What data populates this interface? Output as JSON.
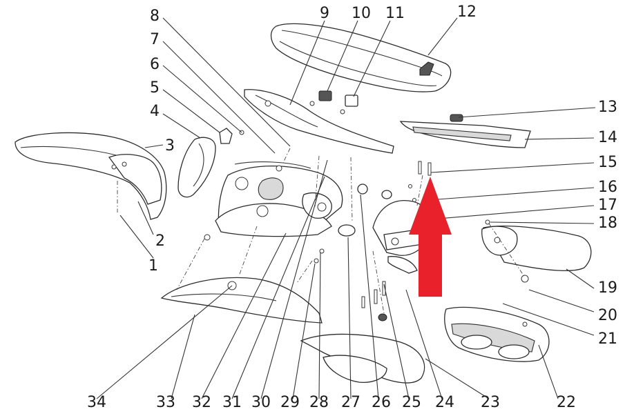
{
  "labels": [
    "1",
    "2",
    "3",
    "4",
    "5",
    "6",
    "7",
    "8",
    "9",
    "10",
    "11",
    "12",
    "13",
    "14",
    "15",
    "16",
    "17",
    "18",
    "19",
    "20",
    "21",
    "22",
    "23",
    "24",
    "25",
    "26",
    "27",
    "28",
    "29",
    "30",
    "31",
    "32",
    "33",
    "34"
  ],
  "arrow_color": "#e8212b",
  "line_color": "#2b2b2b"
}
